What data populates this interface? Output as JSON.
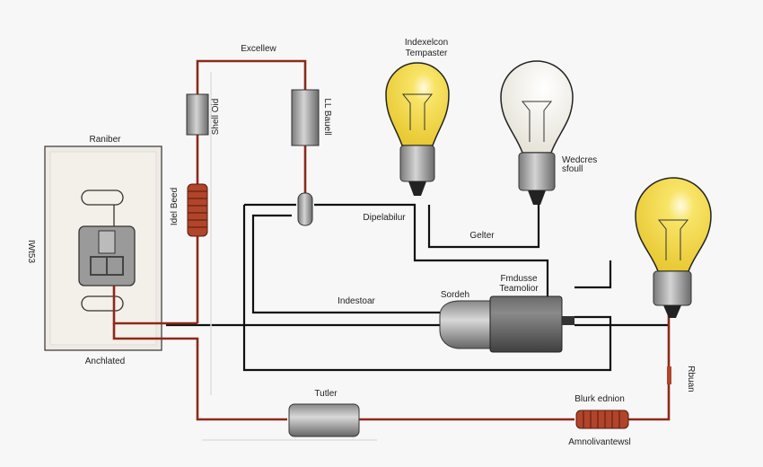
{
  "labels": {
    "plate_top": "Raniber",
    "plate_bottom": "Anchlated",
    "plate_side": "IWt53",
    "top_wire": "Excellew",
    "resistor_left": "Shell Oid",
    "resistor_right": "LL Bauell",
    "coil_left": "Idel Beed",
    "bulb1_line1": "Indexelcon",
    "bulb1_line2": "Tempaster",
    "bulb2_line1": "Wedcres",
    "bulb2_line2": "sfoull",
    "dipelabilur": "Dipelabilur",
    "gelter": "Gelter",
    "indestoar": "Indestoar",
    "sordeh": "Sordeh",
    "motor_line1": "Fmdusse",
    "motor_line2": "Teamolior",
    "tuner": "Tutler",
    "coil_right_top": "Blurk ednion",
    "coil_right_bottom": "Amnolivantewsl",
    "right_side": "Rbuan"
  },
  "colors": {
    "wire_red": "#8b2a1c",
    "wire_black": "#111111",
    "bulb_yellow": "#f5dc4a",
    "bulb_white": "#f4f2ea",
    "coil": "#b0452a",
    "plate": "#efebe4"
  }
}
